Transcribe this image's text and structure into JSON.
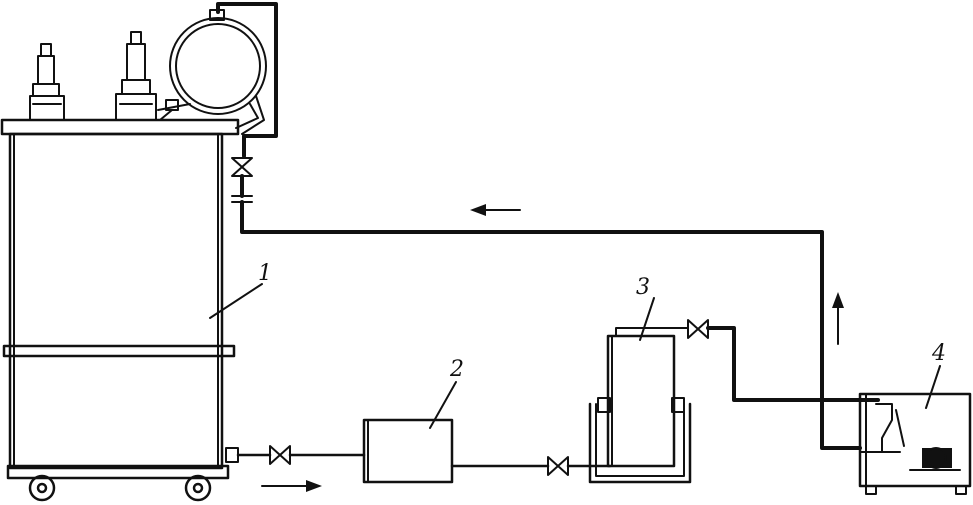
{
  "components": [
    {
      "id": "transformer",
      "label": "1"
    },
    {
      "id": "filter",
      "label": "2"
    },
    {
      "id": "tank",
      "label": "3"
    },
    {
      "id": "pump-unit",
      "label": "4"
    }
  ],
  "colors": {
    "line": "#111111",
    "background": "#ffffff"
  }
}
